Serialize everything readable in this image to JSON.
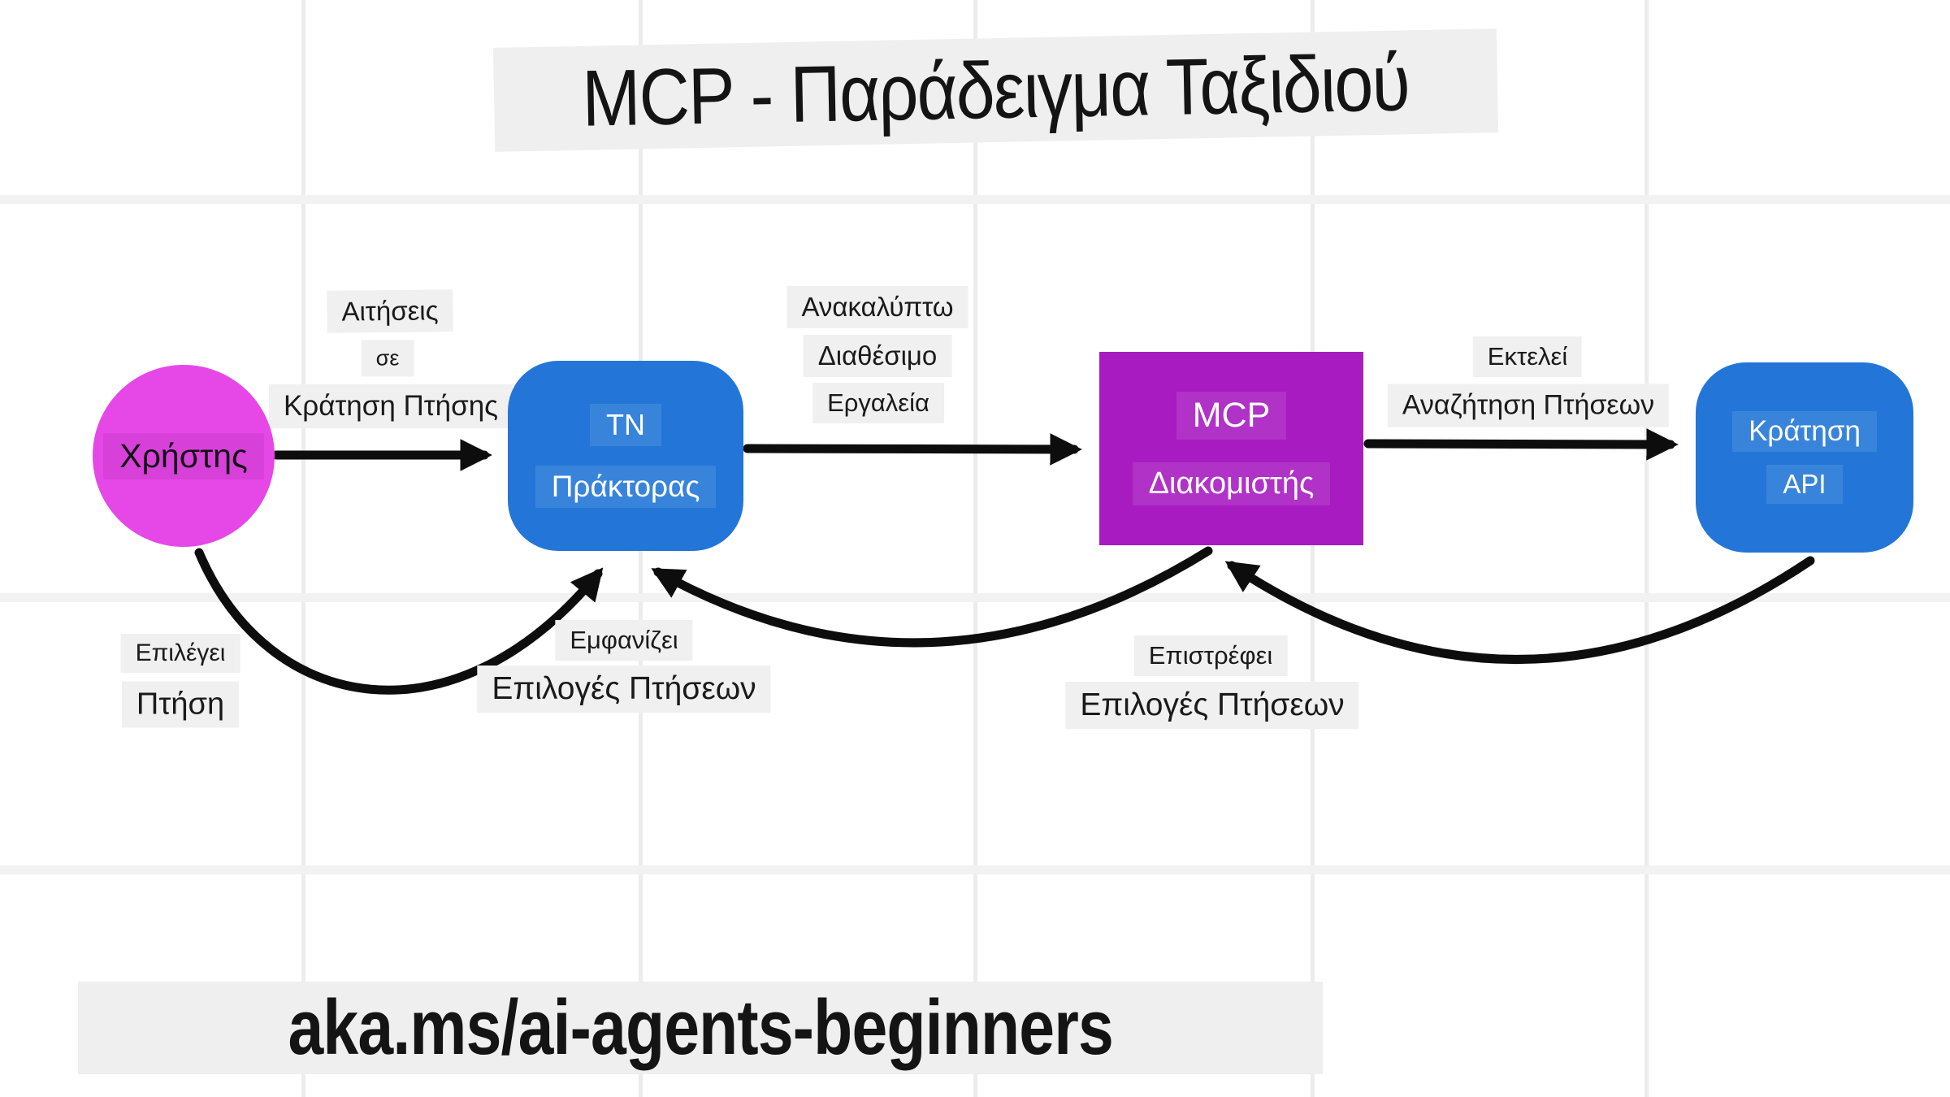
{
  "title": "MCP - Παράδειγμα Ταξιδιού",
  "nodes": {
    "user": {
      "line1": "Χρήστης"
    },
    "agent": {
      "line1": "ΤΝ",
      "line2": "Πράκτορας"
    },
    "server": {
      "line1": "MCP",
      "line2": "Διακομιστής"
    },
    "api": {
      "line1": "Κράτηση",
      "line2": "API"
    }
  },
  "edges": {
    "request": {
      "line1": "Αιτήσεις",
      "line2": "σε",
      "line3": "Κράτηση Πτήσης"
    },
    "discover": {
      "line1": "Ανακαλύπτω",
      "line2": "Διαθέσιμο",
      "line3": "Εργαλεία"
    },
    "execute": {
      "line1": "Εκτελεί",
      "line2": "Αναζήτηση Πτήσεων"
    },
    "select": {
      "line1": "Επιλέγει",
      "line2": "Πτήση"
    },
    "display": {
      "line1": "Εμφανίζει",
      "line2": "Επιλογές Πτήσεων"
    },
    "return": {
      "line1": "Επιστρέφει",
      "line2": "Επιλογές Πτήσεων"
    }
  },
  "footer": {
    "link": "aka.ms/ai-agents-beginners"
  },
  "colors": {
    "user_node": "#e548e6",
    "agent_node": "#2376d7",
    "server_node": "#a81bc1",
    "api_node": "#2376d7",
    "label_bg": "#f0f0f0",
    "arrow": "#0d0d0d"
  }
}
